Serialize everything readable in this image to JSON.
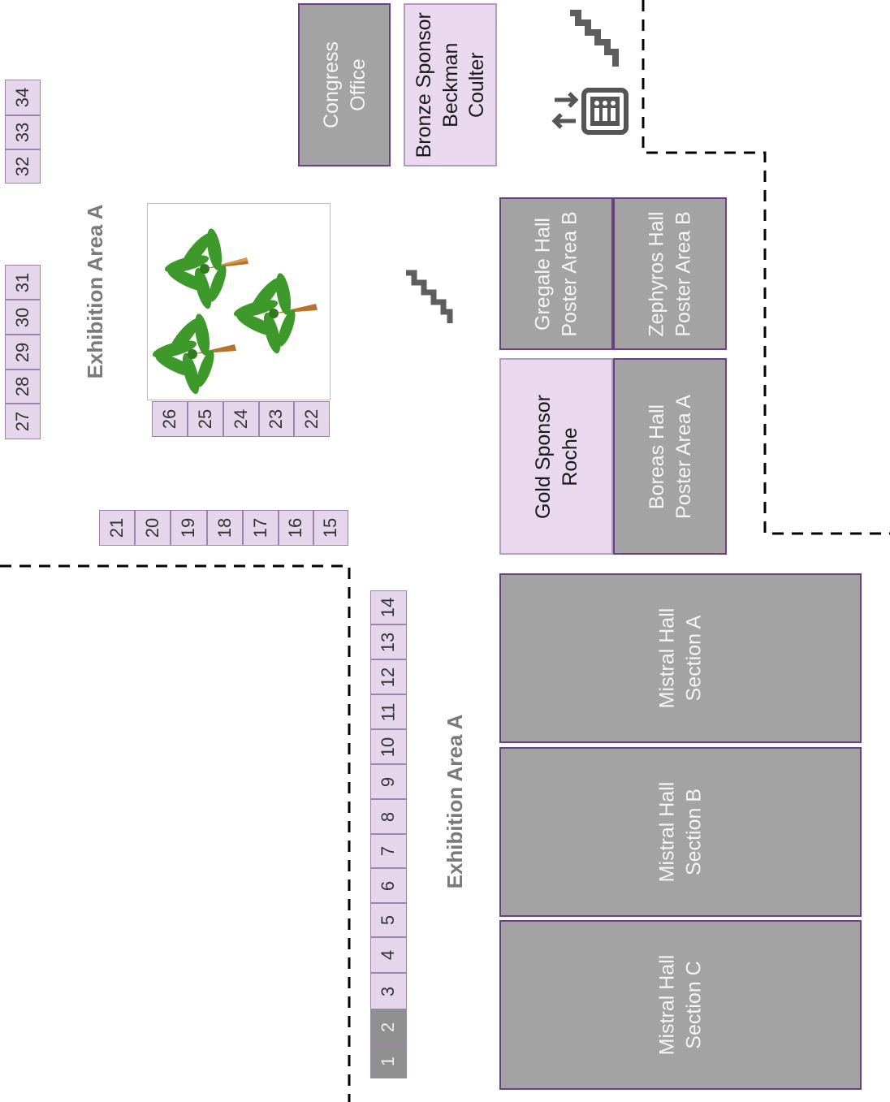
{
  "area_labels": {
    "top": "Exhibition Area A",
    "bottom": "Exhibition Area A"
  },
  "rooms": {
    "congress_office": "Congress\nOffice",
    "bronze_sponsor": "Bronze Sponsor\nBeckman\nCoulter",
    "gregale": "Gregale Hall\nPoster Area B",
    "zephyros": "Zephyros Hall\nPoster Area B",
    "gold_sponsor": "Gold Sponsor\nRoche",
    "boreas": "Boreas Hall\nPoster Area A",
    "mistral_a": "Mistral Hall\nSection A",
    "mistral_b": "Mistral Hall\nSection B",
    "mistral_c": "Mistral Hall\nSection C"
  },
  "booths": {
    "b1": "1",
    "b2": "2",
    "b3": "3",
    "b4": "4",
    "b5": "5",
    "b6": "6",
    "b7": "7",
    "b8": "8",
    "b9": "9",
    "b10": "10",
    "b11": "11",
    "b12": "12",
    "b13": "13",
    "b14": "14",
    "b15": "15",
    "b16": "16",
    "b17": "17",
    "b18": "18",
    "b19": "19",
    "b20": "20",
    "b21": "21",
    "b22": "22",
    "b23": "23",
    "b24": "24",
    "b25": "25",
    "b26": "26",
    "b27": "27",
    "b28": "28",
    "b29": "29",
    "b30": "30",
    "b31": "31",
    "b32": "32",
    "b33": "33",
    "b34": "34"
  },
  "booth_status": {
    "occupied_dark": [
      "1",
      "2"
    ]
  },
  "icons": [
    "stairs-icon",
    "elevator-icon",
    "palm-tree-icon"
  ],
  "colors": {
    "hall_grey": "#a3a3a3",
    "sponsor_pink": "#ead8ee",
    "booth_pink": "#e6d6eb",
    "hall_border": "#6d3f83"
  }
}
